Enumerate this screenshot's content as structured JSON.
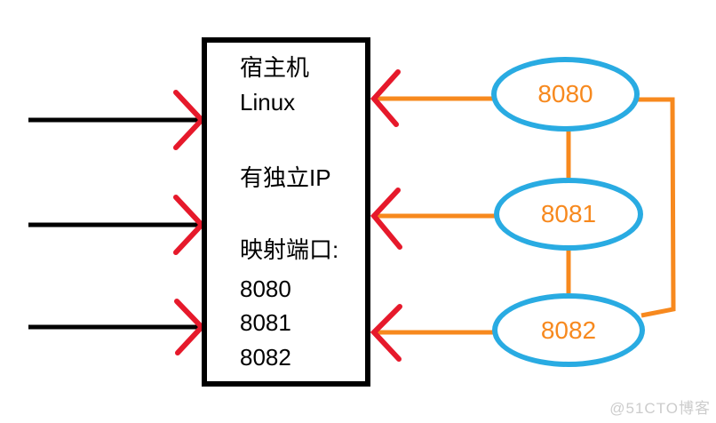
{
  "colors": {
    "blue": "#29abe2",
    "orange": "#f7891e",
    "red": "#e6192b",
    "black": "#000000",
    "watermark": "#cccccc"
  },
  "host_box": {
    "lines": [
      "宿主机",
      "Linux",
      "有独立IP",
      "映射端口:",
      "8080",
      "8081",
      "8082"
    ]
  },
  "containers": [
    {
      "label": "8080"
    },
    {
      "label": "8081"
    },
    {
      "label": "8082"
    }
  ],
  "watermark": "@51CTO博客"
}
